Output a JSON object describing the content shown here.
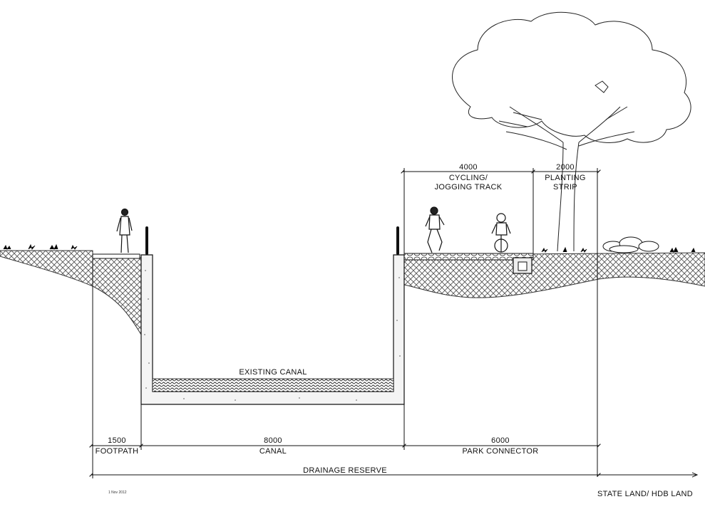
{
  "labels": {
    "cycling_width": "4000",
    "cycling_line1": "CYCLING/",
    "cycling_line2": "JOGGING TRACK",
    "planting_width": "2000",
    "planting_line1": "PLANTING",
    "planting_line2": "STRIP",
    "existing_canal": "EXISTING CANAL",
    "footpath_width": "1500",
    "footpath": "FOOTPATH",
    "canal_width": "8000",
    "canal": "CANAL",
    "park_width": "6000",
    "park_connector": "PARK CONNECTOR",
    "drainage_reserve": "DRAINAGE RESERVE",
    "state_land": "STATE LAND/ HDB LAND",
    "date_stamp": "1 Nov 2012"
  },
  "colors": {
    "ink": "#111111",
    "ground": "#bdbdbd",
    "water": "#2a2a2a"
  }
}
